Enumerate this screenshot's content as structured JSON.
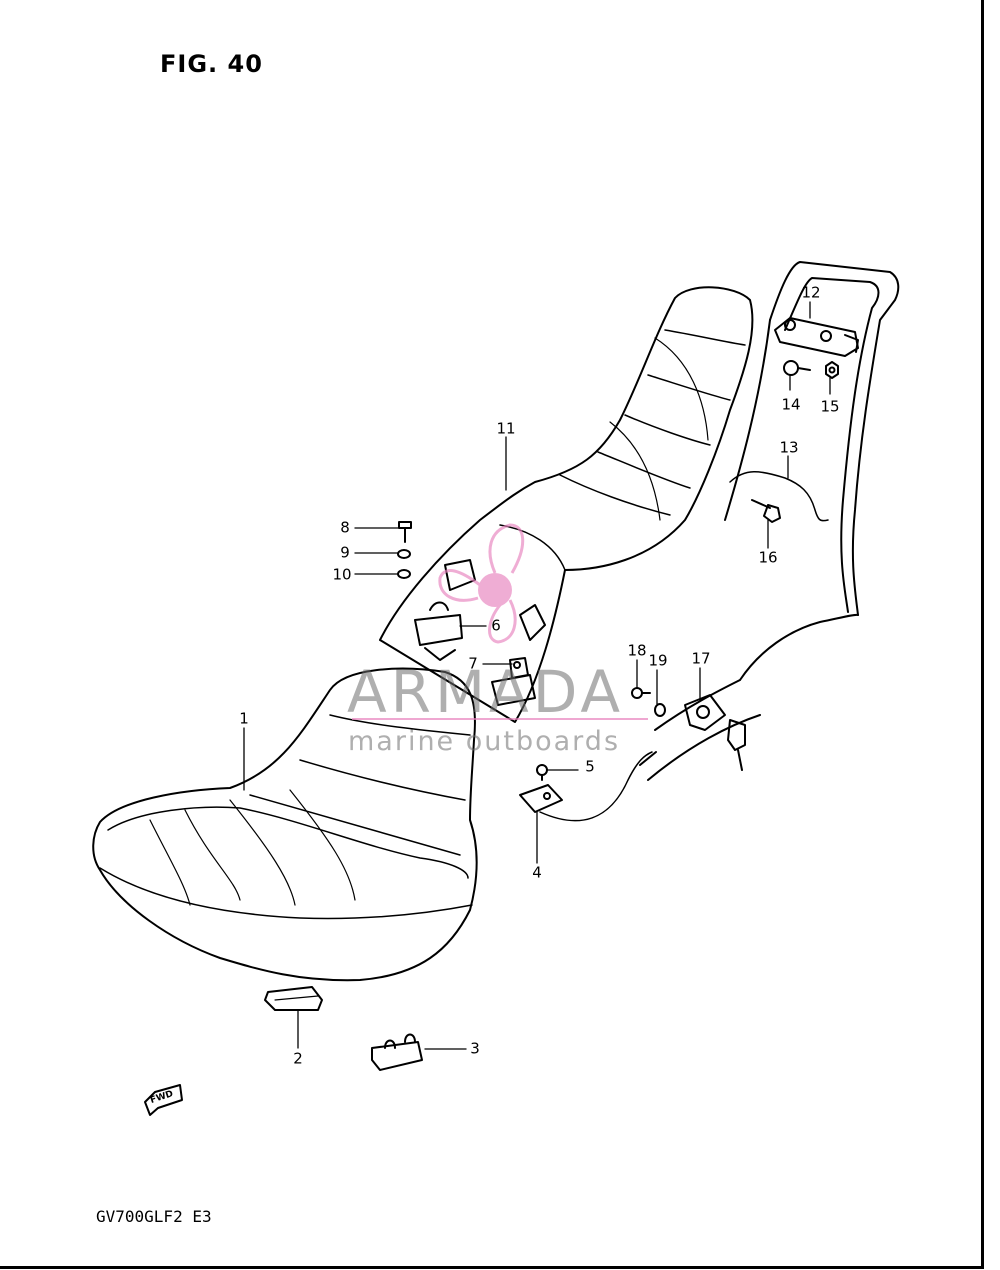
{
  "figure_title": "FIG. 40",
  "model_code": "GV700GLF2 E3",
  "fwd_label": "FWD",
  "watermark": {
    "name": "ARMADA",
    "tagline": "marine outboards",
    "accent_color": "#e882be"
  },
  "callouts": [
    "1",
    "2",
    "3",
    "4",
    "5",
    "6",
    "7",
    "8",
    "9",
    "10",
    "11",
    "12",
    "13",
    "14",
    "15",
    "16",
    "17",
    "18",
    "19"
  ]
}
